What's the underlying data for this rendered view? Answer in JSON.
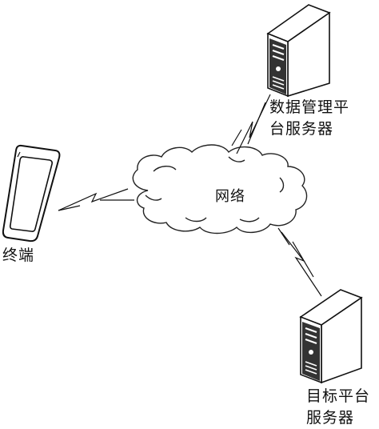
{
  "nodes": {
    "data_management_server": {
      "label_line1": "数据管理平",
      "label_line2": "台服务器",
      "icon": "server-tower-icon"
    },
    "terminal": {
      "label": "终端",
      "icon": "smartphone-icon"
    },
    "network": {
      "label": "网络",
      "icon": "cloud-icon"
    },
    "target_platform_server": {
      "label_line1": "目标平台",
      "label_line2": "服务器",
      "icon": "server-tower-icon"
    }
  },
  "links": [
    {
      "from": "terminal",
      "to": "network",
      "type": "wireless"
    },
    {
      "from": "network",
      "to": "data_management_server",
      "type": "wireless"
    },
    {
      "from": "network",
      "to": "target_platform_server",
      "type": "wireless"
    }
  ]
}
